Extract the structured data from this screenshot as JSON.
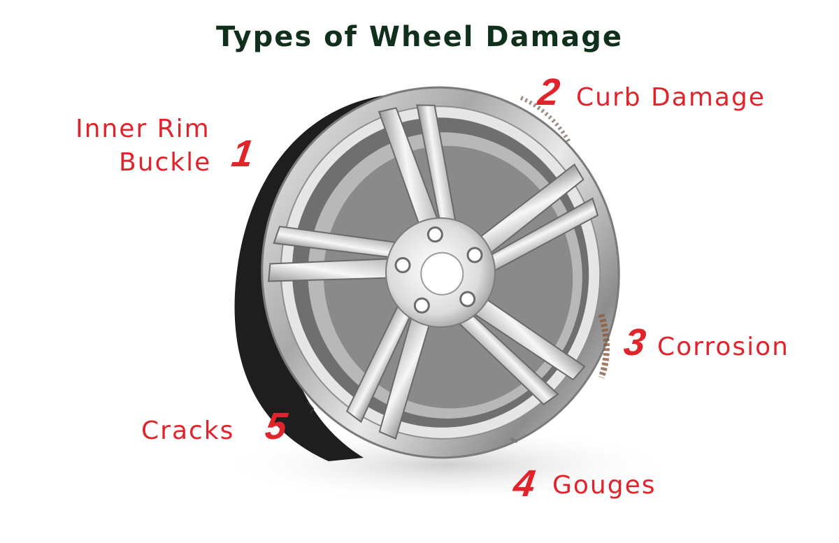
{
  "title": "Types of Wheel Damage",
  "colors": {
    "label": "#e1232b",
    "title": "#10301c"
  },
  "damage_types": [
    {
      "number": "1",
      "label_line1": "Inner Rim",
      "label_line2": "Buckle"
    },
    {
      "number": "2",
      "label": "Curb Damage"
    },
    {
      "number": "3",
      "label": "Corrosion"
    },
    {
      "number": "4",
      "label": "Gouges"
    },
    {
      "number": "5",
      "label": "Cracks"
    }
  ]
}
